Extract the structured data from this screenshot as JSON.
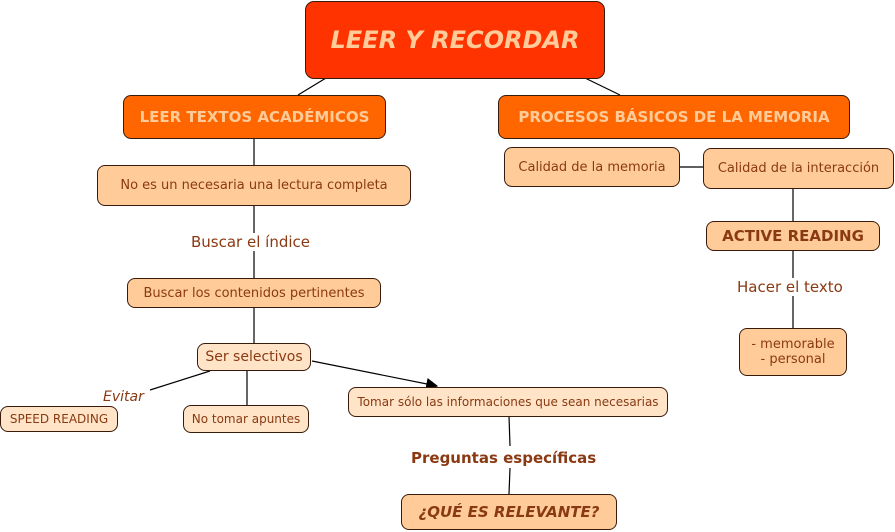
{
  "root": "LEER Y RECORDAR",
  "left": {
    "title": "LEER TEXTOS ACADÉMICOS",
    "node1": "No es un necesaria una lectura completa",
    "link1": "Buscar el índice",
    "node2": "Buscar los contenidos pertinentes",
    "node3": "Ser selectivos",
    "link_evitar": "Evitar",
    "speed": "SPEED READING",
    "apuntes": "No tomar apuntes",
    "tomar": "Tomar sólo las informaciones que sean necesarias",
    "link_preguntas": "Preguntas específicas",
    "relevante": "¿QUÉ ES RELEVANTE?"
  },
  "right": {
    "title": "PROCESOS BÁSICOS DE LA MEMORIA",
    "memoria": "Calidad de la memoria",
    "interaccion": "Calidad de la interacción",
    "active": "ACTIVE READING",
    "link_hacer": "Hacer el texto",
    "mem1": "- memorable",
    "mem2": "- personal"
  }
}
